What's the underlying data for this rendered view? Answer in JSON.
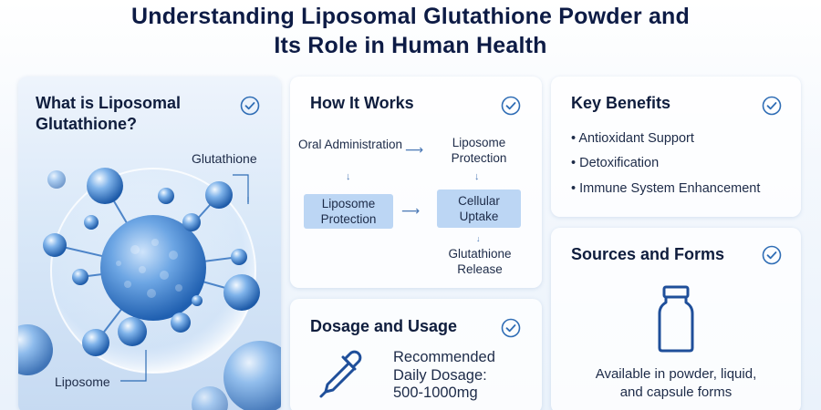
{
  "title": {
    "line1": "Understanding Liposomal Glutathione Powder and",
    "line2": "Its Role in Human Health"
  },
  "what": {
    "heading": "What is Liposomal Glutathione?",
    "label_glutathione": "Glutathione",
    "label_liposome": "Liposome",
    "icon": "check-circle-icon"
  },
  "how": {
    "heading": "How It Works",
    "step_oral": "Oral Administration",
    "step_protection_top": "Liposome Protection",
    "step_protection_box": "Liposome Protection",
    "step_uptake": "Cellular Uptake",
    "step_release": "Glutathione Release"
  },
  "dosage": {
    "heading": "Dosage and Usage",
    "line1": "Recommended",
    "line2": "Daily Dosage:",
    "line3": "500-1000mg",
    "icon": "dropper-icon"
  },
  "benefits": {
    "heading": "Key Benefits",
    "items": [
      "Antioxidant Support",
      "Detoxification",
      "Immune System Enhancement"
    ]
  },
  "sources": {
    "heading": "Sources and Forms",
    "line1": "Available in powder, liquid,",
    "line2": "and capsule forms",
    "icon": "bottle-icon"
  },
  "colors": {
    "accent": "#2f6db5",
    "box": "#bcd6f4",
    "heading": "#0d1b45"
  }
}
